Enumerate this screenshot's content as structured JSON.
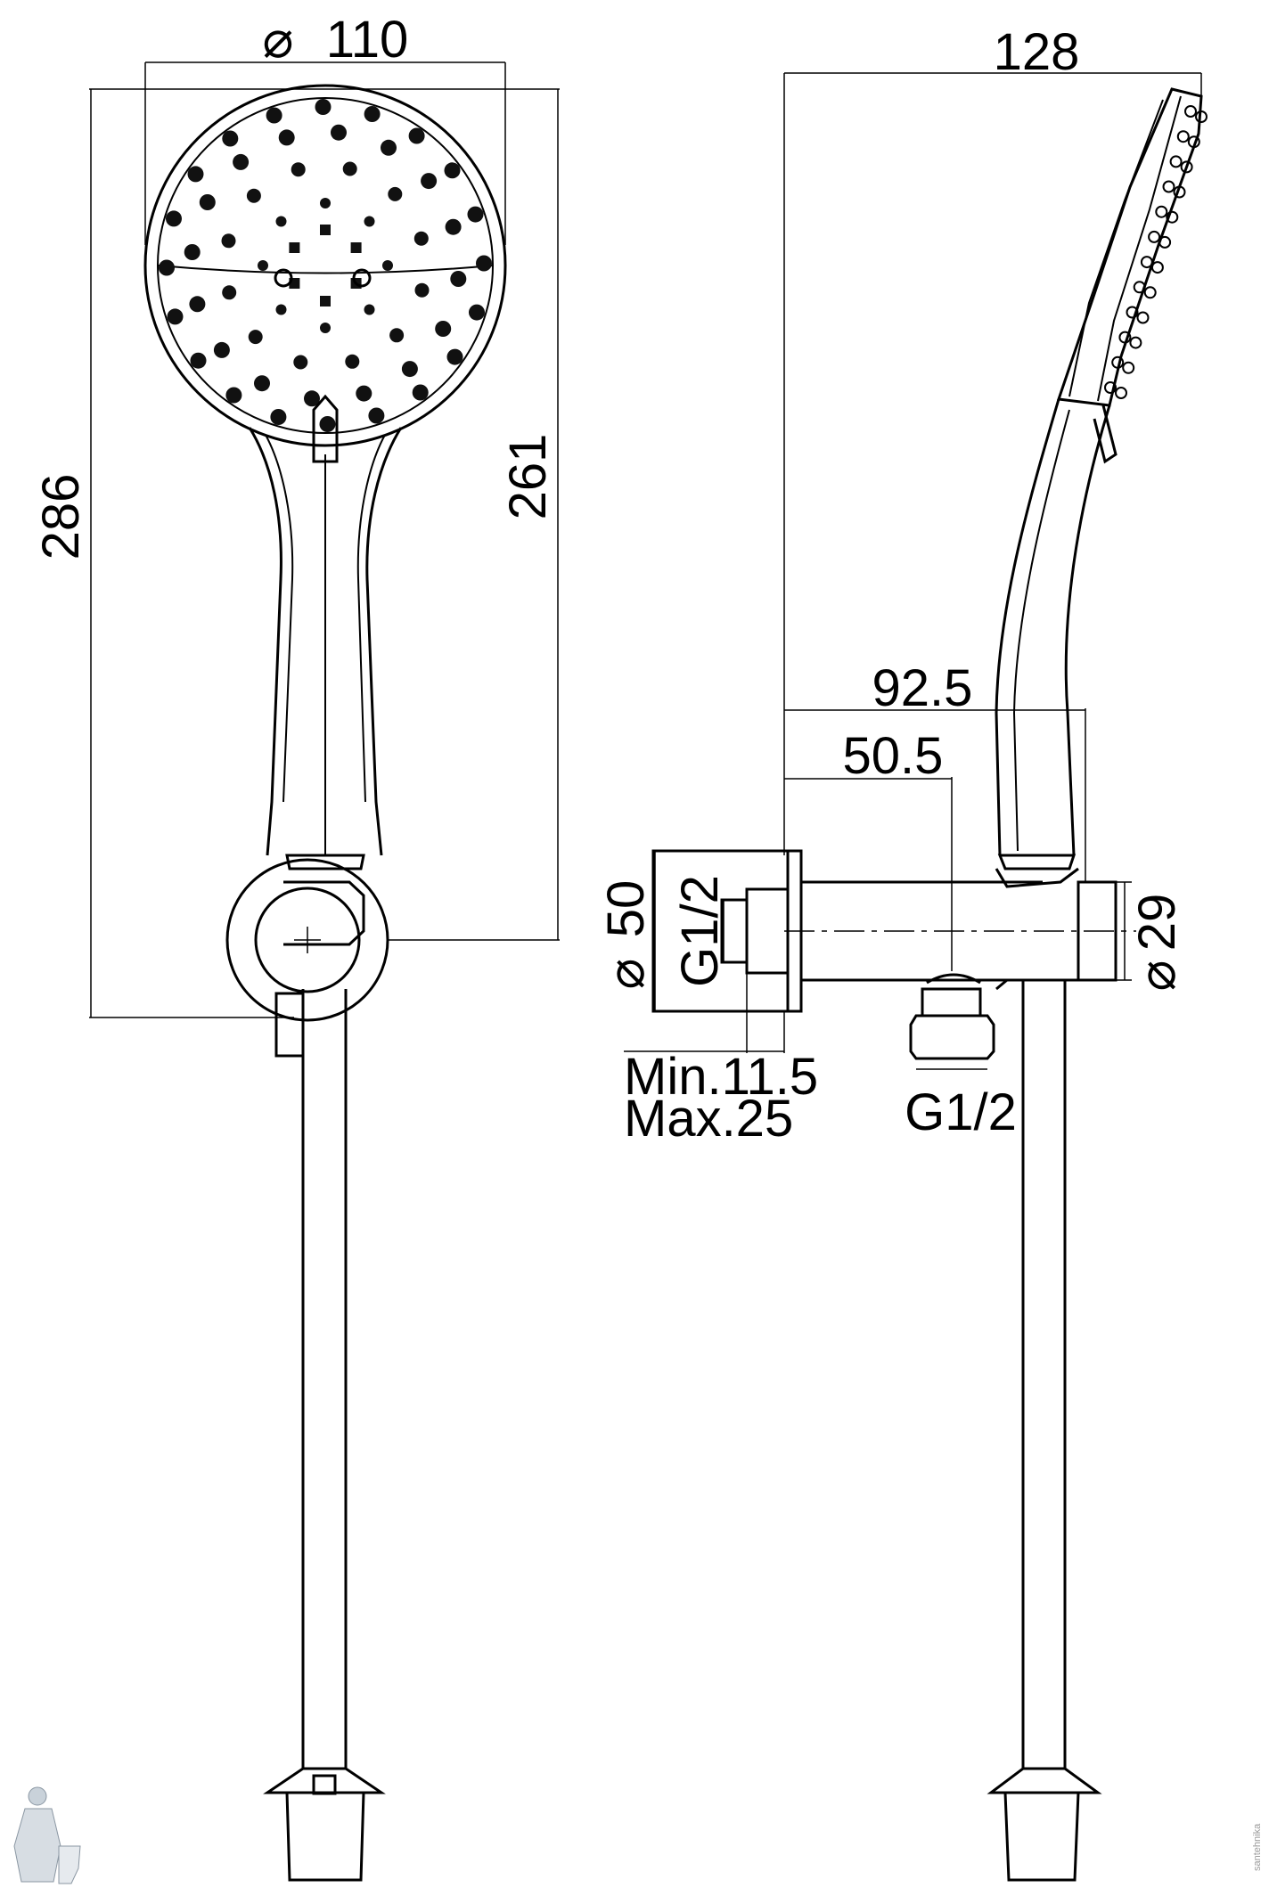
{
  "diameter_symbol": "⌀",
  "dimensions": {
    "head_diameter": "110",
    "overall_length": "286",
    "holder_length": "261",
    "side_width": "128",
    "projection_total": "92.5",
    "projection_outlet": "50.5",
    "flange_diameter": "50",
    "flange_thread": "G1/2",
    "arm_diameter": "29",
    "wall_min": "Min.11.5",
    "wall_max": "Max.25",
    "outlet_thread": "G1/2"
  },
  "watermark": "santehnika",
  "colors": {
    "line": "#000000",
    "background": "#ffffff",
    "watermark": "#9a9a9a"
  }
}
